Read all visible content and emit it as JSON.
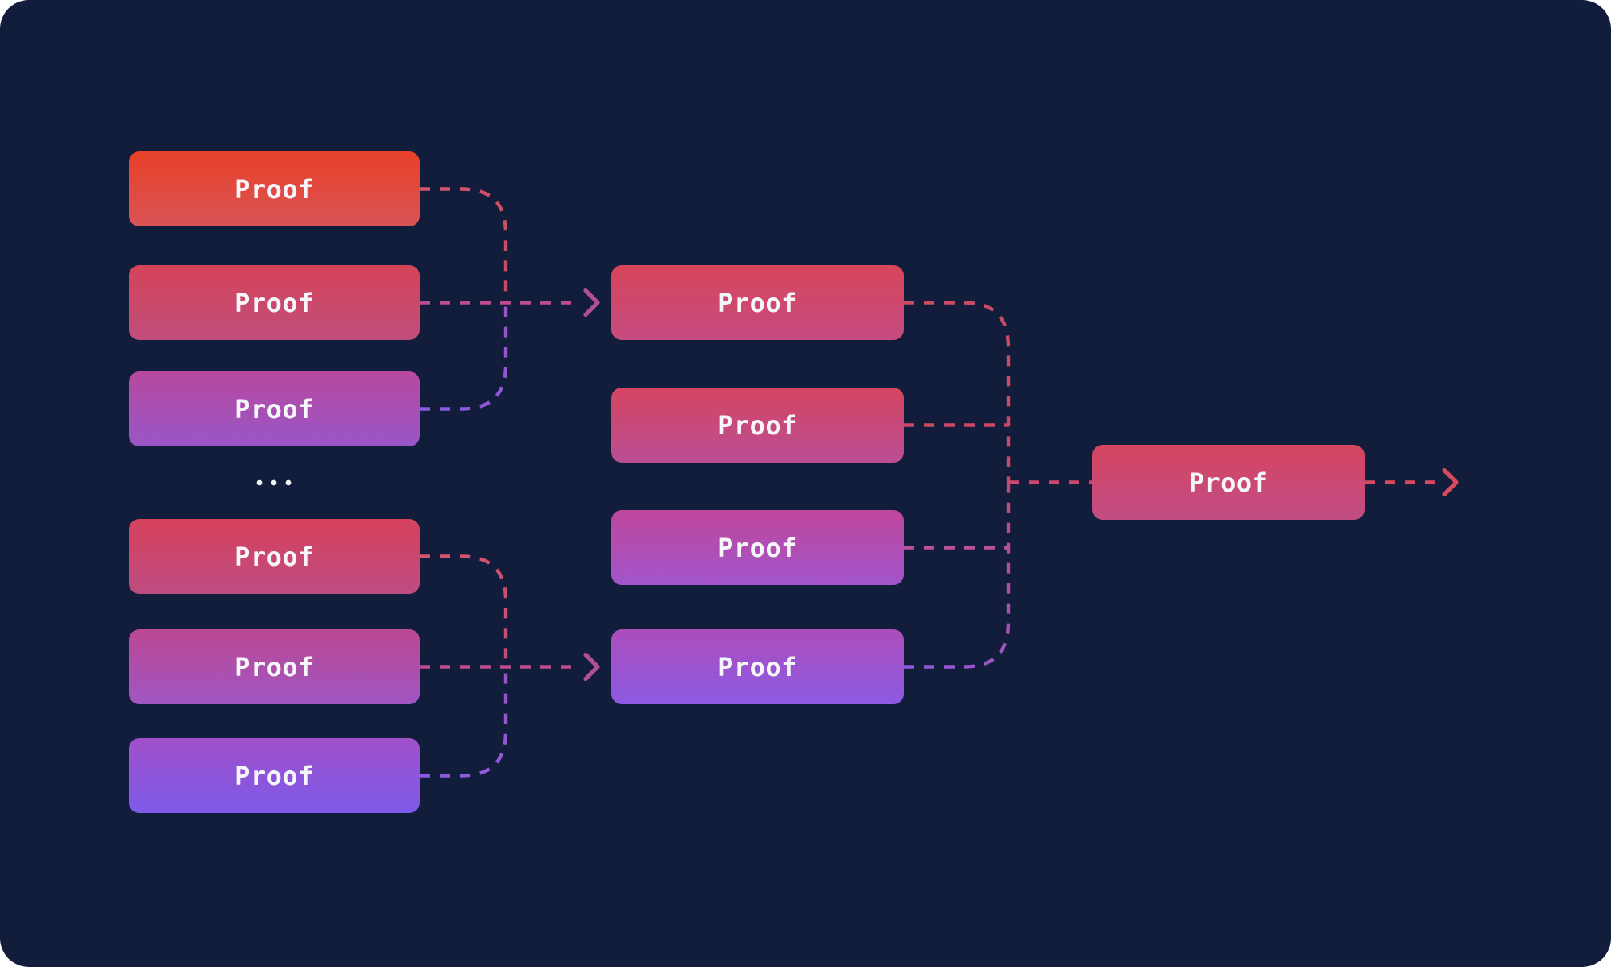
{
  "diagram": {
    "background_color": "#111d3a",
    "description": "Recursive proof aggregation tree: many proofs fold into intermediate proofs, which fold into a single root proof",
    "ellipsis": "…",
    "layers": {
      "inputs": [
        {
          "label": "Proof"
        },
        {
          "label": "Proof"
        },
        {
          "label": "Proof"
        },
        {
          "label": "Proof"
        },
        {
          "label": "Proof"
        },
        {
          "label": "Proof"
        }
      ],
      "aggregators": [
        {
          "label": "Proof"
        },
        {
          "label": "Proof"
        },
        {
          "label": "Proof"
        },
        {
          "label": "Proof"
        }
      ],
      "root": {
        "label": "Proof"
      }
    },
    "palette": {
      "node_gradients": {
        "input_1": [
          "#e84129",
          "#d95355"
        ],
        "input_2": [
          "#d54358",
          "#c04e7c"
        ],
        "input_3": [
          "#b7499e",
          "#9956c7"
        ],
        "input_4": [
          "#d6415c",
          "#be4d82"
        ],
        "input_5": [
          "#bb4892",
          "#a056c3"
        ],
        "input_6": [
          "#9f50c9",
          "#7e5ae9"
        ],
        "aggregator_1": [
          "#d7455b",
          "#c54c80"
        ],
        "aggregator_2": [
          "#d44560",
          "#ba4e95"
        ],
        "aggregator_3": [
          "#bf479b",
          "#a255cc"
        ],
        "aggregator_4": [
          "#ac4dbc",
          "#8c5ae3"
        ],
        "root": [
          "#d5455f",
          "#c14d85"
        ]
      },
      "connector_colors": {
        "red_pink": "#d5566c",
        "crimson": "#c54a62",
        "magenta": "#bd4d90",
        "purple": "#8a5be3",
        "branch_pink": "#cd4a6c",
        "output_pink": "#d8495e"
      },
      "text_color": "#f5f6fa"
    }
  }
}
